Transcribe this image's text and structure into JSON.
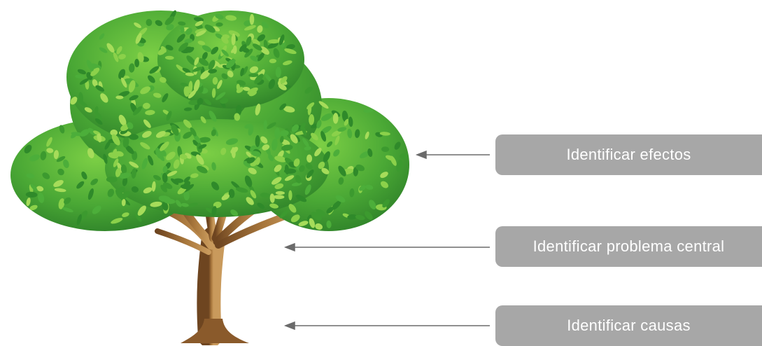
{
  "labels": {
    "efectos": "Identificar efectos",
    "problema": "Identificar problema central",
    "causas": "Identificar causas"
  },
  "colors": {
    "label_bg": "#a7a7a7",
    "label_text": "#ffffff",
    "arrow": "#6b6b6b",
    "leaf_dark": "#2f8a2a",
    "leaf_mid": "#4cae3a",
    "leaf_light": "#8bd14a",
    "trunk": "#9a6a35"
  },
  "icons": [
    "tree-illustration",
    "arrow-left-icon"
  ]
}
